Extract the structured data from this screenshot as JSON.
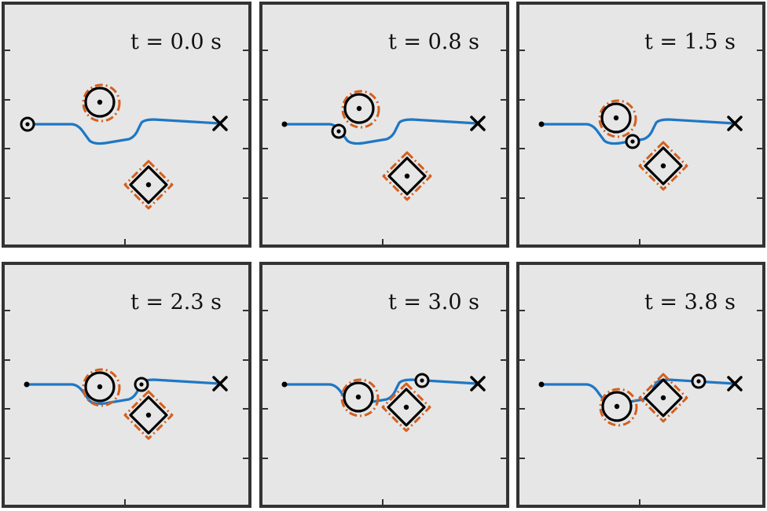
{
  "figure": {
    "panels": [
      {
        "time_label": "t = 0.0 s"
      },
      {
        "time_label": "t = 0.8 s"
      },
      {
        "time_label": "t = 1.5 s"
      },
      {
        "time_label": "t = 2.3 s"
      },
      {
        "time_label": "t = 3.0 s"
      },
      {
        "time_label": "t = 3.8 s"
      }
    ]
  },
  "colors": {
    "panel_background": "#e6e6e6",
    "panel_border": "#333333",
    "path": "#1f77c4",
    "safety_margin": "#d45f1e",
    "obstacle_fill": "#e6e6e6",
    "obstacle_outline": "#000000"
  }
}
